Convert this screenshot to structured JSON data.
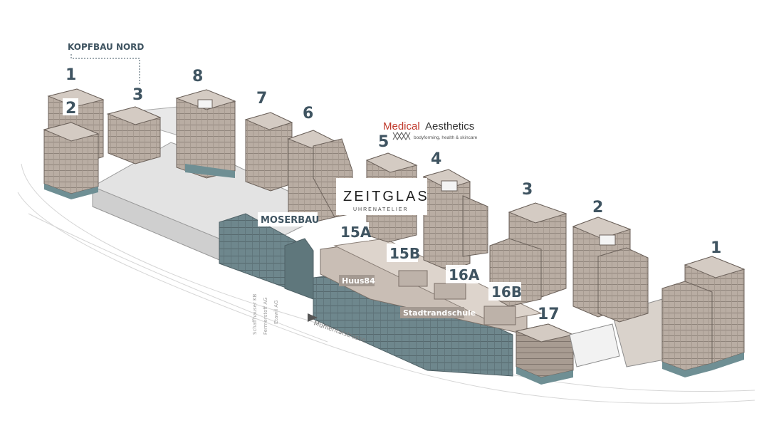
{
  "labels": {
    "kopfbau_nord": "KOPFBAU NORD",
    "moserbau": "MOSERBAU",
    "huus84": "Huus84",
    "stadtrandschule": "Stadtrandschule",
    "street": "Mühlentalstrasse"
  },
  "vertical_labels": [
    "Schaffhauser KB",
    "Fermerstoff AG",
    "Etawil AG"
  ],
  "numbers": {
    "n1_left": "1",
    "n2_left": "2",
    "n3_left": "3",
    "n8": "8",
    "n7": "7",
    "n6": "6",
    "n5": "5",
    "n4": "4",
    "n3_right": "3",
    "n2_right": "2",
    "n1_right": "1",
    "n17": "17"
  },
  "boxed_numbers": {
    "b15a": "15A",
    "b15b": "15B",
    "b16a": "16A",
    "b16b": "16B"
  },
  "brands": {
    "medical_word": "Medical",
    "aesthetics_word": "Aesthetics",
    "medical_tagline": "bodyforming, health & skincare",
    "zeitglas": "ZEITGLAS",
    "uhrenatelier": "UHRENATELIER"
  },
  "colors": {
    "building": "#b9ada3",
    "building_top": "#d4cbc3",
    "base": "#6f8f94",
    "glass": "#6e878d",
    "label_text": "#3f5461",
    "tag_bg": "#a49a92",
    "medical_red": "#c0392b"
  }
}
